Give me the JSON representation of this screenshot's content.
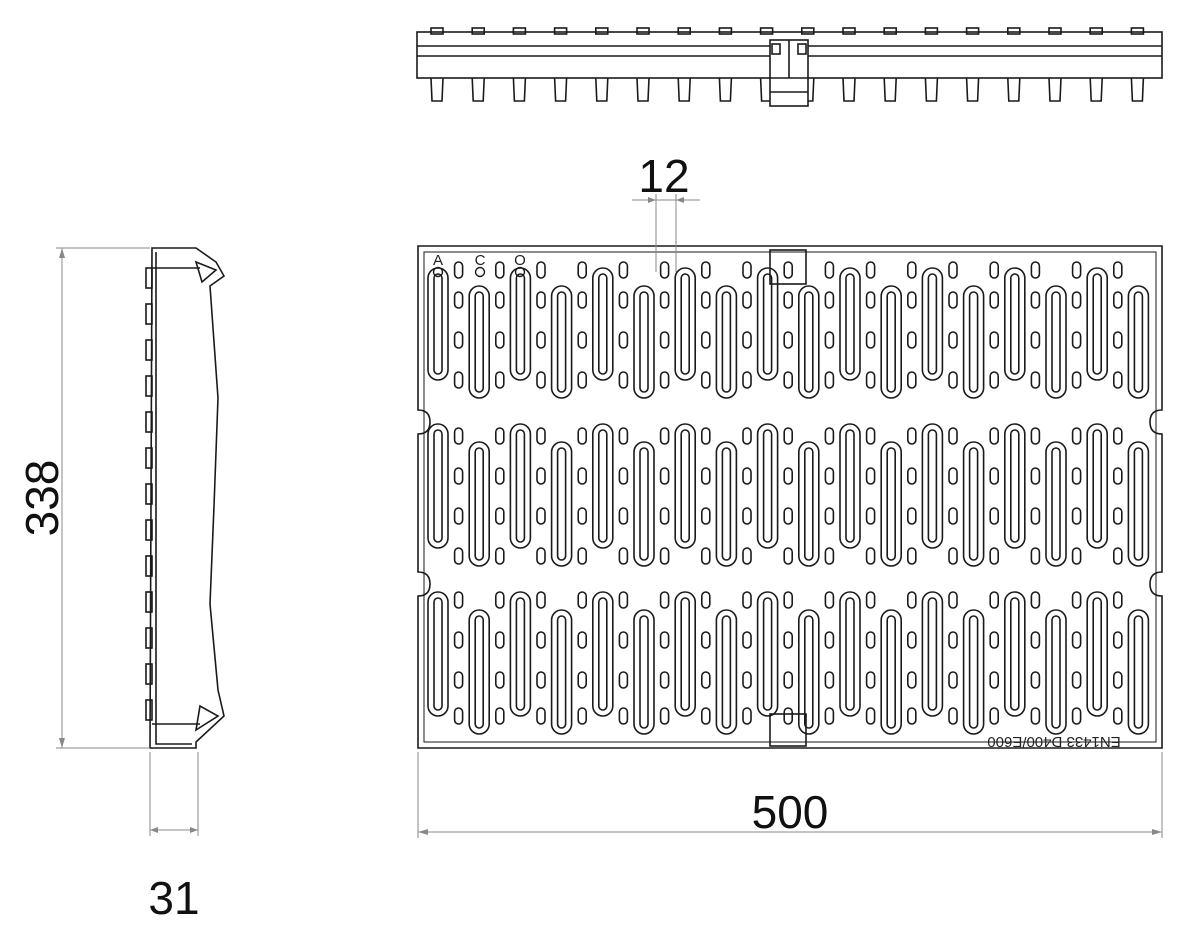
{
  "dimensions": {
    "height_label": "338",
    "width_label": "500",
    "depth_label": "31",
    "slot_width_label": "12"
  },
  "grate": {
    "corner_letters": [
      "A",
      "C",
      "O"
    ],
    "marking": "EN1433 D400/E600"
  },
  "colors": {
    "line": "#1a1a1a",
    "dimension_line": "#888888",
    "background": "#ffffff"
  }
}
